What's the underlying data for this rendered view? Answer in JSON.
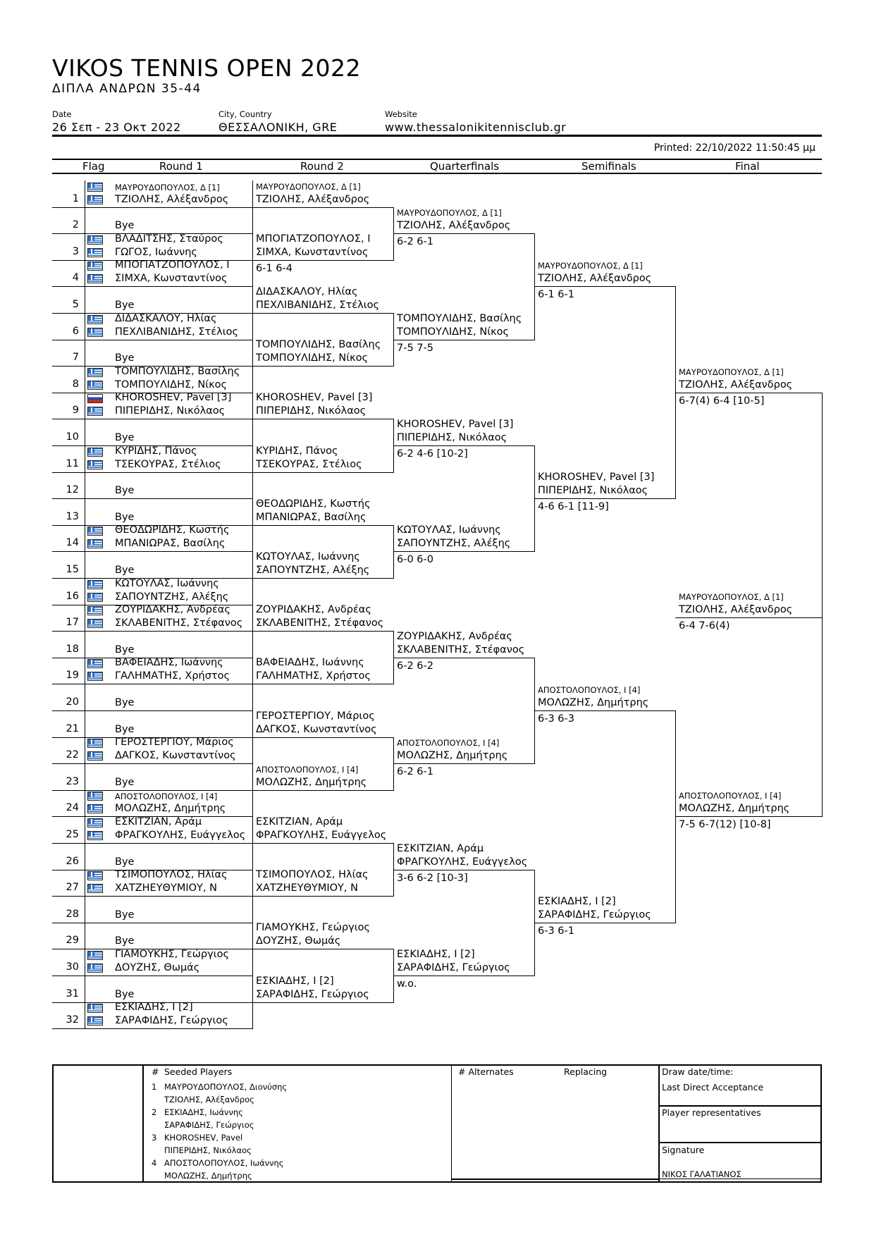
{
  "header": {
    "title": "VIKOS TENNIS OPEN 2022",
    "subtitle": "ΔΙΠΛΑ ΑΝΔΡΩΝ 35-44",
    "date_label": "Date",
    "date_value": "26 Σεπ - 23 Οκτ 2022",
    "city_label": "City, Country",
    "city_value": "ΘΕΣΣΑΛΟΝΙΚΗ, GRE",
    "website_label": "Website",
    "website_value": "www.thessalonikitennisclub.gr",
    "printed": "Printed: 22/10/2022 11:50:45 μμ"
  },
  "columns": [
    "Flag",
    "Round 1",
    "Round 2",
    "Quarterfinals",
    "Semifinals",
    "Final"
  ],
  "draw": [
    {
      "num": "1",
      "flags": [
        "gre",
        "gre"
      ],
      "seed": "ΜΑΥΡΟΥΔΟΠΟΥΛΟΣ, Δ [1]",
      "p1": "",
      "p2": "ΤΖΙΟΛΗΣ, Αλέξανδρος"
    },
    {
      "num": "2",
      "flags": [],
      "p1": "",
      "p2": "Bye"
    },
    {
      "num": "3",
      "flags": [
        "gre",
        "gre"
      ],
      "p1": "ΒΛΑΔΙΤΣΗΣ, Σταύρος",
      "p2": "ΓΩΓΟΣ, Ιωάννης"
    },
    {
      "num": "4",
      "flags": [
        "gre",
        "gre"
      ],
      "p1": "ΜΠΟΓΙΑΤΖΟΠΟΥΛΟΣ, Ι",
      "p2": "ΣΙΜΧΑ, Κωνσταντίνος"
    },
    {
      "num": "5",
      "flags": [],
      "p1": "",
      "p2": "Bye"
    },
    {
      "num": "6",
      "flags": [
        "gre",
        "gre"
      ],
      "p1": "ΔΙΔΑΣΚΑΛΟΥ, Ηλίας",
      "p2": "ΠΕΧΛΙΒΑΝΙΔΗΣ, Στέλιος"
    },
    {
      "num": "7",
      "flags": [],
      "p1": "",
      "p2": "Bye"
    },
    {
      "num": "8",
      "flags": [
        "gre",
        "gre"
      ],
      "p1": "ΤΟΜΠΟΥΛΙΔΗΣ, Βασίλης",
      "p2": "ΤΟΜΠΟΥΛΙΔΗΣ, Νίκος"
    },
    {
      "num": "9",
      "flags": [
        "rus",
        "gre"
      ],
      "p1": "KHOROSHEV, Pavel [3]",
      "p2": "ΠΙΠΕΡΙΔΗΣ, Νικόλαος"
    },
    {
      "num": "10",
      "flags": [],
      "p1": "",
      "p2": "Bye"
    },
    {
      "num": "11",
      "flags": [
        "gre",
        "gre"
      ],
      "p1": "ΚΥΡΙΔΗΣ, Πάνος",
      "p2": "ΤΣΕΚΟΥΡΑΣ, Στέλιος"
    },
    {
      "num": "12",
      "flags": [],
      "p1": "",
      "p2": "Bye"
    },
    {
      "num": "13",
      "flags": [],
      "p1": "",
      "p2": "Bye"
    },
    {
      "num": "14",
      "flags": [
        "gre",
        "gre"
      ],
      "p1": "ΘΕΟΔΩΡΙΔΗΣ, Κωστής",
      "p2": "ΜΠΑΝΙΩΡΑΣ, Βασίλης"
    },
    {
      "num": "15",
      "flags": [],
      "p1": "",
      "p2": "Bye"
    },
    {
      "num": "16",
      "flags": [
        "gre",
        "gre"
      ],
      "p1": "ΚΩΤΟΥΛΑΣ, Ιωάννης",
      "p2": "ΣΑΠΟΥΝΤΖΗΣ, Αλέξης"
    },
    {
      "num": "17",
      "flags": [
        "gre",
        "gre"
      ],
      "p1": "ΖΟΥΡΙΔΑΚΗΣ, Ανδρέας",
      "p2": "ΣΚΛΑΒΕΝΙΤΗΣ, Στέφανος"
    },
    {
      "num": "18",
      "flags": [],
      "p1": "",
      "p2": "Bye"
    },
    {
      "num": "19",
      "flags": [
        "gre",
        "gre"
      ],
      "p1": "ΒΑΦΕΙΑΔΗΣ, Ιωάννης",
      "p2": "ΓΑΛΗΜΑΤΗΣ, Χρήστος"
    },
    {
      "num": "20",
      "flags": [],
      "p1": "",
      "p2": "Bye"
    },
    {
      "num": "21",
      "flags": [],
      "p1": "",
      "p2": "Bye"
    },
    {
      "num": "22",
      "flags": [
        "gre",
        "gre"
      ],
      "p1": "ΓΕΡΟΣΤΕΡΓΙΟΥ, Μάριος",
      "p2": "ΔΑΓΚΟΣ, Κωνσταντίνος"
    },
    {
      "num": "23",
      "flags": [],
      "p1": "",
      "p2": "Bye"
    },
    {
      "num": "24",
      "flags": [
        "gre",
        "gre"
      ],
      "seed": "ΑΠΟΣΤΟΛΟΠΟΥΛΟΣ, Ι [4]",
      "p1": "",
      "p2": "ΜΟΛΩΖΗΣ, Δημήτρης"
    },
    {
      "num": "25",
      "flags": [
        "gre",
        "gre"
      ],
      "p1": "ΕΣΚΙΤΖΙΑΝ, Αράμ",
      "p2": "ΦΡΑΓΚΟΥΛΗΣ, Ευάγγελος"
    },
    {
      "num": "26",
      "flags": [],
      "p1": "",
      "p2": "Bye"
    },
    {
      "num": "27",
      "flags": [
        "gre",
        "gre"
      ],
      "p1": "ΤΣΙΜΟΠΟΥΛΟΣ, Ηλίας",
      "p2": "ΧΑΤΖΗΕΥΘΥΜΙΟΥ, Ν"
    },
    {
      "num": "28",
      "flags": [],
      "p1": "",
      "p2": "Bye"
    },
    {
      "num": "29",
      "flags": [],
      "p1": "",
      "p2": "Bye"
    },
    {
      "num": "30",
      "flags": [
        "gre",
        "gre"
      ],
      "p1": "ΓΙΑΜΟΥΚΗΣ, Γεώργιος",
      "p2": "ΔΟΥΖΗΣ, Θωμάς"
    },
    {
      "num": "31",
      "flags": [],
      "p1": "",
      "p2": "Bye"
    },
    {
      "num": "32",
      "flags": [
        "gre",
        "gre"
      ],
      "p1": "ΕΣΚΙΑΔΗΣ, Ι [2]",
      "p2": "ΣΑΡΑΦΙΔΗΣ, Γεώργιος"
    }
  ],
  "round2": [
    {
      "small": "ΜΑΥΡΟΥΔΟΠΟΥΛΟΣ, Δ [1]",
      "a": "",
      "b": "ΤΖΙΟΛΗΣ, Αλέξανδρος",
      "score": ""
    },
    {
      "small": "",
      "a": "ΜΠΟΓΙΑΤΖΟΠΟΥΛΟΣ, Ι",
      "b": "ΣΙΜΧΑ, Κωνσταντίνος",
      "score": "6-1 6-4"
    },
    {
      "small": "",
      "a": "ΔΙΔΑΣΚΑΛΟΥ, Ηλίας",
      "b": "ΠΕΧΛΙΒΑΝΙΔΗΣ, Στέλιος",
      "score": ""
    },
    {
      "small": "",
      "a": "ΤΟΜΠΟΥΛΙΔΗΣ, Βασίλης",
      "b": "ΤΟΜΠΟΥΛΙΔΗΣ, Νίκος",
      "score": ""
    },
    {
      "small": "",
      "a": "KHOROSHEV, Pavel [3]",
      "b": "ΠΙΠΕΡΙΔΗΣ, Νικόλαος",
      "score": ""
    },
    {
      "small": "",
      "a": "ΚΥΡΙΔΗΣ, Πάνος",
      "b": "ΤΣΕΚΟΥΡΑΣ, Στέλιος",
      "score": ""
    },
    {
      "small": "",
      "a": "ΘΕΟΔΩΡΙΔΗΣ, Κωστής",
      "b": "ΜΠΑΝΙΩΡΑΣ, Βασίλης",
      "score": ""
    },
    {
      "small": "",
      "a": "ΚΩΤΟΥΛΑΣ, Ιωάννης",
      "b": "ΣΑΠΟΥΝΤΖΗΣ, Αλέξης",
      "score": ""
    },
    {
      "small": "",
      "a": "ΖΟΥΡΙΔΑΚΗΣ, Ανδρέας",
      "b": "ΣΚΛΑΒΕΝΙΤΗΣ, Στέφανος",
      "score": ""
    },
    {
      "small": "",
      "a": "ΒΑΦΕΙΑΔΗΣ, Ιωάννης",
      "b": "ΓΑΛΗΜΑΤΗΣ, Χρήστος",
      "score": ""
    },
    {
      "small": "",
      "a": "ΓΕΡΟΣΤΕΡΓΙΟΥ, Μάριος",
      "b": "ΔΑΓΚΟΣ, Κωνσταντίνος",
      "score": ""
    },
    {
      "small": "ΑΠΟΣΤΟΛΟΠΟΥΛΟΣ, Ι [4]",
      "a": "",
      "b": "ΜΟΛΩΖΗΣ, Δημήτρης",
      "score": ""
    },
    {
      "small": "",
      "a": "ΕΣΚΙΤΖΙΑΝ, Αράμ",
      "b": "ΦΡΑΓΚΟΥΛΗΣ, Ευάγγελος",
      "score": ""
    },
    {
      "small": "",
      "a": "ΤΣΙΜΟΠΟΥΛΟΣ, Ηλίας",
      "b": "ΧΑΤΖΗΕΥΘΥΜΙΟΥ, Ν",
      "score": ""
    },
    {
      "small": "",
      "a": "ΓΙΑΜΟΥΚΗΣ, Γεώργιος",
      "b": "ΔΟΥΖΗΣ, Θωμάς",
      "score": ""
    },
    {
      "small": "",
      "a": "ΕΣΚΙΑΔΗΣ, Ι [2]",
      "b": "ΣΑΡΑΦΙΔΗΣ, Γεώργιος",
      "score": ""
    }
  ],
  "quarterfinals": [
    {
      "small": "ΜΑΥΡΟΥΔΟΠΟΥΛΟΣ, Δ [1]",
      "a": "",
      "b": "ΤΖΙΟΛΗΣ, Αλέξανδρος",
      "score": "6-2 6-1"
    },
    {
      "small": "",
      "a": "ΤΟΜΠΟΥΛΙΔΗΣ, Βασίλης",
      "b": "ΤΟΜΠΟΥΛΙΔΗΣ, Νίκος",
      "score": "7-5 7-5"
    },
    {
      "small": "",
      "a": "KHOROSHEV, Pavel [3]",
      "b": "ΠΙΠΕΡΙΔΗΣ, Νικόλαος",
      "score": "6-2 4-6 [10-2]"
    },
    {
      "small": "",
      "a": "ΚΩΤΟΥΛΑΣ, Ιωάννης",
      "b": "ΣΑΠΟΥΝΤΖΗΣ, Αλέξης",
      "score": "6-0 6-0"
    },
    {
      "small": "",
      "a": "ΖΟΥΡΙΔΑΚΗΣ, Ανδρέας",
      "b": "ΣΚΛΑΒΕΝΙΤΗΣ, Στέφανος",
      "score": "6-2 6-2"
    },
    {
      "small": "ΑΠΟΣΤΟΛΟΠΟΥΛΟΣ, Ι [4]",
      "a": "",
      "b": "ΜΟΛΩΖΗΣ, Δημήτρης",
      "score": "6-2 6-1"
    },
    {
      "small": "",
      "a": "ΕΣΚΙΤΖΙΑΝ, Αράμ",
      "b": "ΦΡΑΓΚΟΥΛΗΣ, Ευάγγελος",
      "score": "3-6 6-2 [10-3]"
    },
    {
      "small": "",
      "a": "ΕΣΚΙΑΔΗΣ, Ι [2]",
      "b": "ΣΑΡΑΦΙΔΗΣ, Γεώργιος",
      "score": "w.o."
    }
  ],
  "semifinals": [
    {
      "small": "ΜΑΥΡΟΥΔΟΠΟΥΛΟΣ, Δ [1]",
      "a": "",
      "b": "ΤΖΙΟΛΗΣ, Αλέξανδρος",
      "score": "6-1 6-1"
    },
    {
      "small": "",
      "a": "KHOROSHEV, Pavel [3]",
      "b": "ΠΙΠΕΡΙΔΗΣ, Νικόλαος",
      "score": "4-6 6-1 [11-9]"
    },
    {
      "small": "ΑΠΟΣΤΟΛΟΠΟΥΛΟΣ, Ι [4]",
      "a": "",
      "b": "ΜΟΛΩΖΗΣ, Δημήτρης",
      "score": "6-3 6-3"
    },
    {
      "small": "",
      "a": "ΕΣΚΙΑΔΗΣ, Ι [2]",
      "b": "ΣΑΡΑΦΙΔΗΣ, Γεώργιος",
      "score": "6-3 6-1"
    }
  ],
  "final": [
    {
      "small": "ΜΑΥΡΟΥΔΟΠΟΥΛΟΣ, Δ [1]",
      "a": "",
      "b": "ΤΖΙΟΛΗΣ, Αλέξανδρος",
      "score": "6-7(4) 6-4 [10-5]"
    },
    {
      "small": "ΑΠΟΣΤΟΛΟΠΟΥΛΟΣ, Ι [4]",
      "a": "",
      "b": "ΜΟΛΩΖΗΣ, Δημήτρης",
      "score": "7-5 6-7(12) [10-8]"
    }
  ],
  "champion": {
    "small": "ΜΑΥΡΟΥΔΟΠΟΥΛΟΣ, Δ [1]",
    "b": "ΤΖΙΟΛΗΣ, Αλέξανδρος",
    "score": "6-4 7-6(4)"
  },
  "footer": {
    "seeded_hash": "#",
    "seeded_label": "Seeded Players",
    "seeds": [
      {
        "n": "1",
        "l1": "ΜΑΥΡΟΥΔΟΠΟΥΛΟΣ, Διονύσης",
        "l2": "ΤΖΙΟΛΗΣ, Αλέξανδρος"
      },
      {
        "n": "2",
        "l1": "ΕΣΚΙΑΔΗΣ, Ιωάννης",
        "l2": "ΣΑΡΑΦΙΔΗΣ, Γεώργιος"
      },
      {
        "n": "3",
        "l1": "KHOROSHEV, Pavel",
        "l2": "ΠΙΠΕΡΙΔΗΣ, Νικόλαος"
      },
      {
        "n": "4",
        "l1": "ΑΠΟΣΤΟΛΟΠΟΥΛΟΣ, Ιωάννης",
        "l2": "ΜΟΛΩΖΗΣ, Δημήτρης"
      }
    ],
    "alternates_label": "# Alternates",
    "replacing_label": "Replacing",
    "draw_datetime_label": "Draw date/time:",
    "last_direct_label": "Last Direct Acceptance",
    "player_reps_label": "Player representatives",
    "signature_label": "Signature",
    "signature_name": "ΝΙΚΟΣ ΓΑΛΑΤΙΑΝΟΣ"
  }
}
